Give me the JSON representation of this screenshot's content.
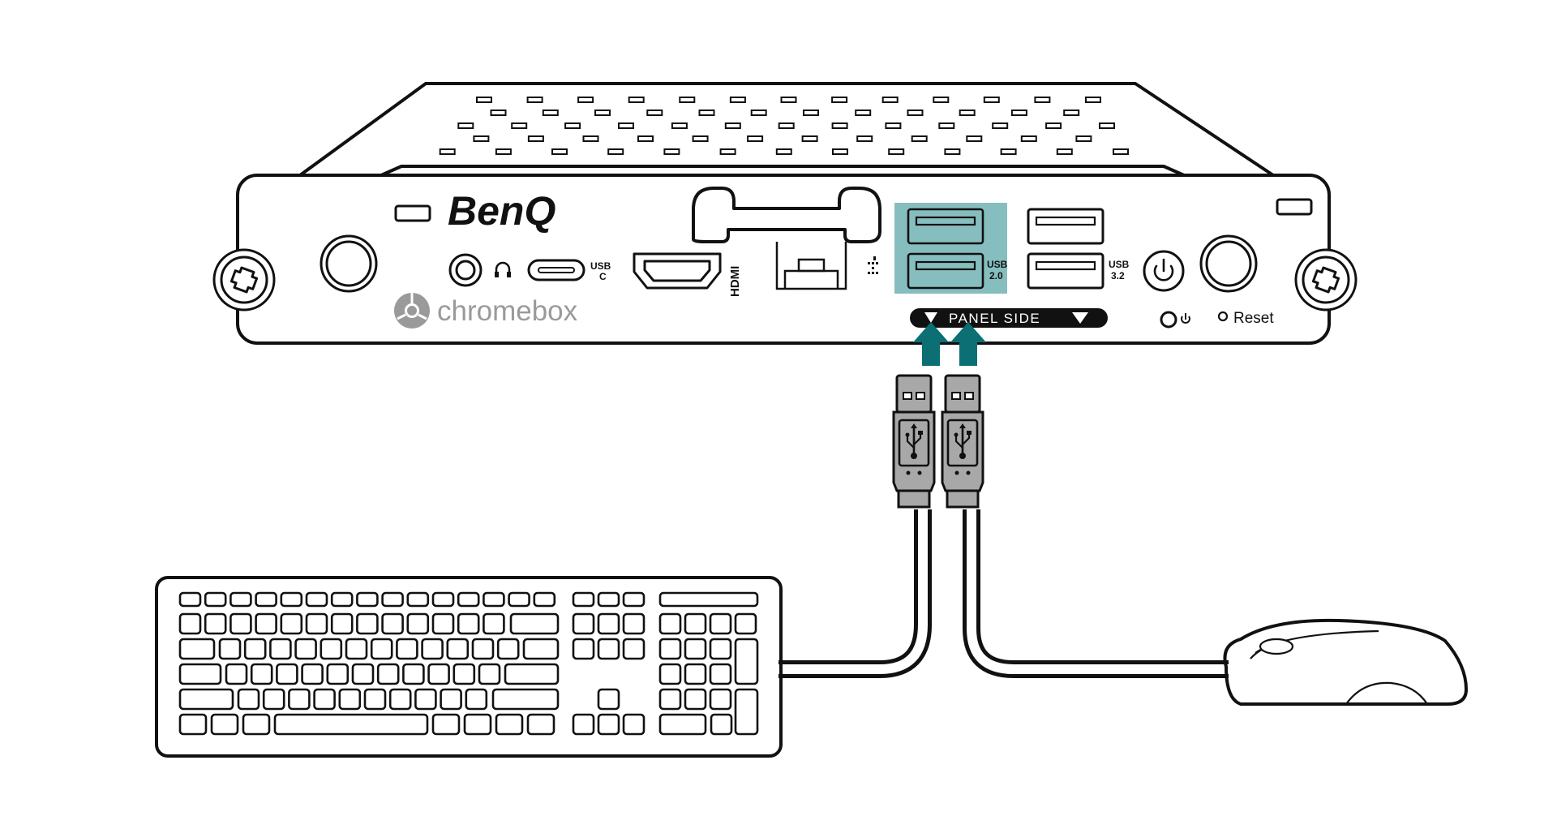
{
  "device": {
    "brand": "BenQ",
    "os_logo_text": "chromebox",
    "ports": {
      "usb_c_label_1": "USB",
      "usb_c_label_2": "C",
      "hdmi_label": "HDMI",
      "usb20_label_1": "USB",
      "usb20_label_2": "2.0",
      "usb32_label_1": "USB",
      "usb32_label_2": "3.2",
      "reset_label": "Reset"
    },
    "panel_side_label": "PANEL SIDE"
  },
  "colors": {
    "highlight": "#86bdbf",
    "arrow": "#0b6f74",
    "outline": "#111111",
    "plug": "#a8a8a8"
  },
  "icons": [
    "headphone-icon",
    "network-icon",
    "power-icon",
    "usb-icon",
    "chrome-logo-icon",
    "thumbscrew-icon"
  ]
}
